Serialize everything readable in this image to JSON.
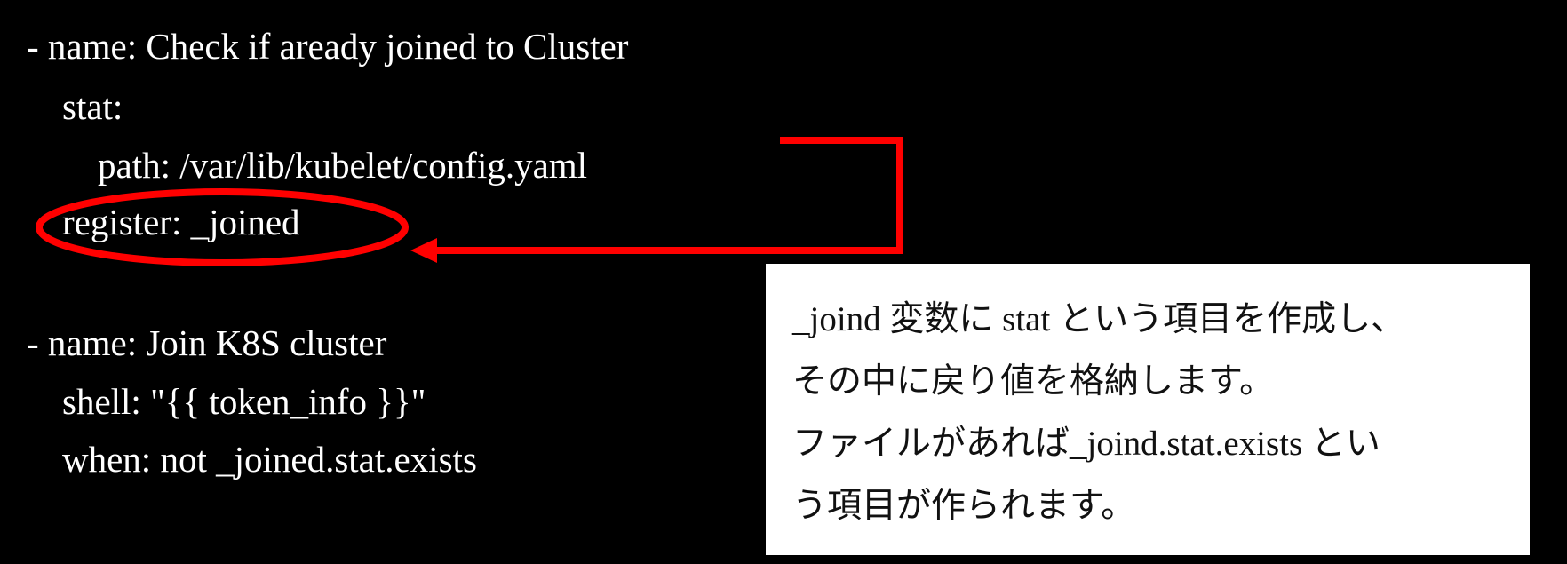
{
  "code_lines": [
    "- name: Check if aready joined to Cluster",
    "stat:",
    "path: /var/lib/kubelet/config.yaml",
    "register: _joined",
    "- name: Join K8S cluster",
    "shell: \"{{ token_info }}\"",
    "when: not _joined.stat.exists"
  ],
  "note_lines": [
    "_joind 変数に stat という項目を作成し、",
    "その中に戻り値を格納します。",
    "ファイルがあれば_joind.stat.exists とい",
    "う項目が作られます。"
  ],
  "colors": {
    "background": "#000000",
    "highlight": "#ff0000",
    "note_bg": "#ffffff"
  }
}
